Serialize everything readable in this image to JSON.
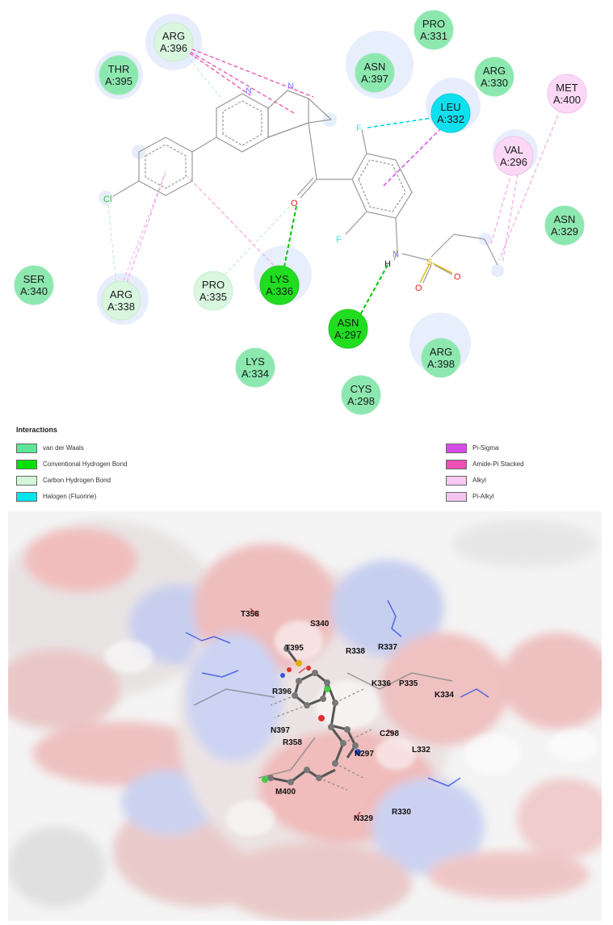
{
  "residues": [
    {
      "id": "ARG A:396",
      "name": "ARG",
      "num": "A:396",
      "type": "Carbon Hydrogen Bond"
    },
    {
      "id": "PRO A:331",
      "name": "PRO",
      "num": "A:331",
      "type": "van der Waals"
    },
    {
      "id": "THR A:395",
      "name": "THR",
      "num": "A:395",
      "type": "van der Waals"
    },
    {
      "id": "ASN A:397",
      "name": "ASN",
      "num": "A:397",
      "type": "van der Waals"
    },
    {
      "id": "ARG A:330",
      "name": "ARG",
      "num": "A:330",
      "type": "van der Waals"
    },
    {
      "id": "MET A:400",
      "name": "MET",
      "num": "A:400",
      "type": "Alkyl"
    },
    {
      "id": "LEU A:332",
      "name": "LEU",
      "num": "A:332",
      "type": "Halogen (Fluorine)"
    },
    {
      "id": "VAL A:296",
      "name": "VAL",
      "num": "A:296",
      "type": "Alkyl"
    },
    {
      "id": "ASN A:329",
      "name": "ASN",
      "num": "A:329",
      "type": "van der Waals"
    },
    {
      "id": "SER A:340",
      "name": "SER",
      "num": "A:340",
      "type": "van der Waals"
    },
    {
      "id": "ARG A:338",
      "name": "ARG",
      "num": "A:338",
      "type": "Carbon Hydrogen Bond"
    },
    {
      "id": "PRO A:335",
      "name": "PRO",
      "num": "A:335",
      "type": "Carbon Hydrogen Bond"
    },
    {
      "id": "LYS A:336",
      "name": "LYS",
      "num": "A:336",
      "type": "Conventional Hydrogen Bond"
    },
    {
      "id": "ASN A:297",
      "name": "ASN",
      "num": "A:297",
      "type": "Conventional Hydrogen Bond"
    },
    {
      "id": "ARG A:398",
      "name": "ARG",
      "num": "A:398",
      "type": "van der Waals"
    },
    {
      "id": "LYS A:334",
      "name": "LYS",
      "num": "A:334",
      "type": "van der Waals"
    },
    {
      "id": "CYS A:298",
      "name": "CYS",
      "num": "A:298",
      "type": "van der Waals"
    }
  ],
  "atom_labels": {
    "n1": "N",
    "n2": "N",
    "n3": "N",
    "o1": "O",
    "o2": "O",
    "o3": "O",
    "s": "S",
    "h": "H",
    "cl": "Cl",
    "f1": "F",
    "f2": "F"
  },
  "legend": {
    "title": "Interactions",
    "items": [
      {
        "label": "van der Waals",
        "color": "#5fe59b"
      },
      {
        "label": "Conventional Hydrogen Bond",
        "color": "#00e000"
      },
      {
        "label": "Carbon Hydrogen Bond",
        "color": "#d4f7dc"
      },
      {
        "label": "Halogen (Fluorine)",
        "color": "#00e5ee"
      },
      {
        "label": "Pi-Sigma",
        "color": "#d64ce8"
      },
      {
        "label": "Amide-Pi Stacked",
        "color": "#ee4fb4"
      },
      {
        "label": "Alkyl",
        "color": "#f8c9f2"
      },
      {
        "label": "Pi-Alkyl",
        "color": "#f3c4ef"
      }
    ]
  },
  "view3d_labels": [
    "T358",
    "S340",
    "T395",
    "R338",
    "R337",
    "R396",
    "K336",
    "P335",
    "K334",
    "N397",
    "C298",
    "R358",
    "N297",
    "L332",
    "M400",
    "R330",
    "N329"
  ],
  "colors": {
    "vdw": "#5fe59b",
    "hbond": "#00e000",
    "chbond": "#d4f7dc",
    "halogen": "#00e5ee",
    "pisigma": "#d64ce8",
    "amidepi": "#ee4fb4",
    "alkyl": "#f8c9f2"
  }
}
